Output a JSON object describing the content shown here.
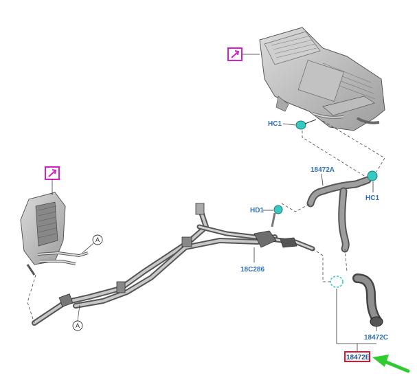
{
  "labels": {
    "hc1_top": "HC1",
    "hc1_right": "HC1",
    "hd1": "HD1",
    "hose_18472a": "18472A",
    "tube_18c286": "18C286",
    "hose_18472c": "18472C",
    "hose_18472e": "18472E"
  },
  "callouts": {
    "a_upper": "A",
    "a_lower": "A"
  },
  "icons": {
    "info_top": "pencil-arrow-icon",
    "info_left": "pencil-arrow-icon",
    "pointer": "green-arrow-icon"
  },
  "colors": {
    "label": "#2f6fb5",
    "highlight_box": "#e0142c",
    "info_icon": "#d21fc9",
    "pointer_arrow": "#2ecc2e",
    "clip": "#37c8c0"
  }
}
